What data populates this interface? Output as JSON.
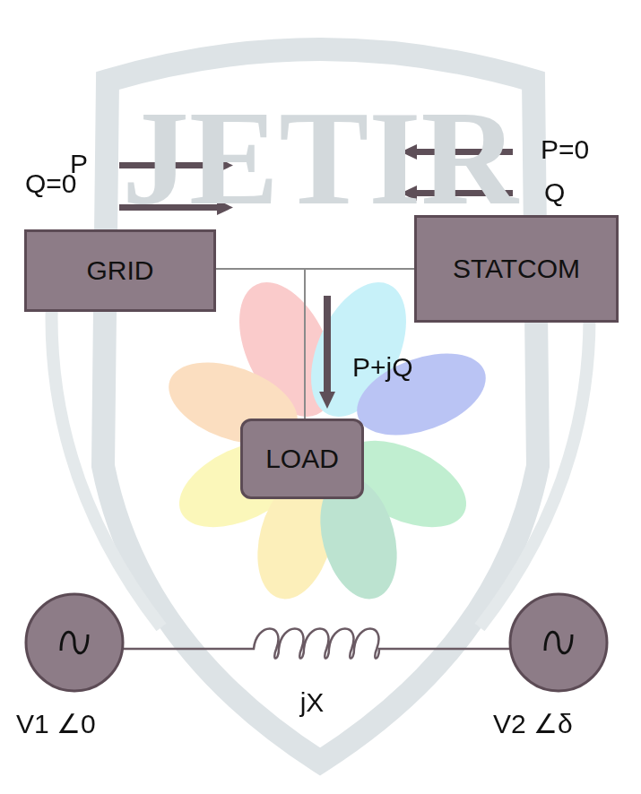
{
  "diagram": {
    "nodes": [
      {
        "text": [
          "GRID"
        ]
      },
      {
        "text": [
          "STATCOM"
        ]
      },
      {
        "text": [
          "LOAD"
        ]
      },
      {
        "text": [
          "V1 ∠0"
        ]
      },
      {
        "text": [
          "V2 ∠δ"
        ]
      }
    ],
    "edges": [
      {
        "from": 0,
        "to": 2,
        "arrow": "none"
      },
      {
        "from": 1,
        "to": 2,
        "arrow": "none"
      },
      {
        "from": 3,
        "to": 4,
        "label": "jX",
        "arrow": "none"
      }
    ],
    "labels": [
      "JETIR",
      "P",
      "Q=0",
      "P=0",
      "Q",
      "P+jQ"
    ]
  }
}
